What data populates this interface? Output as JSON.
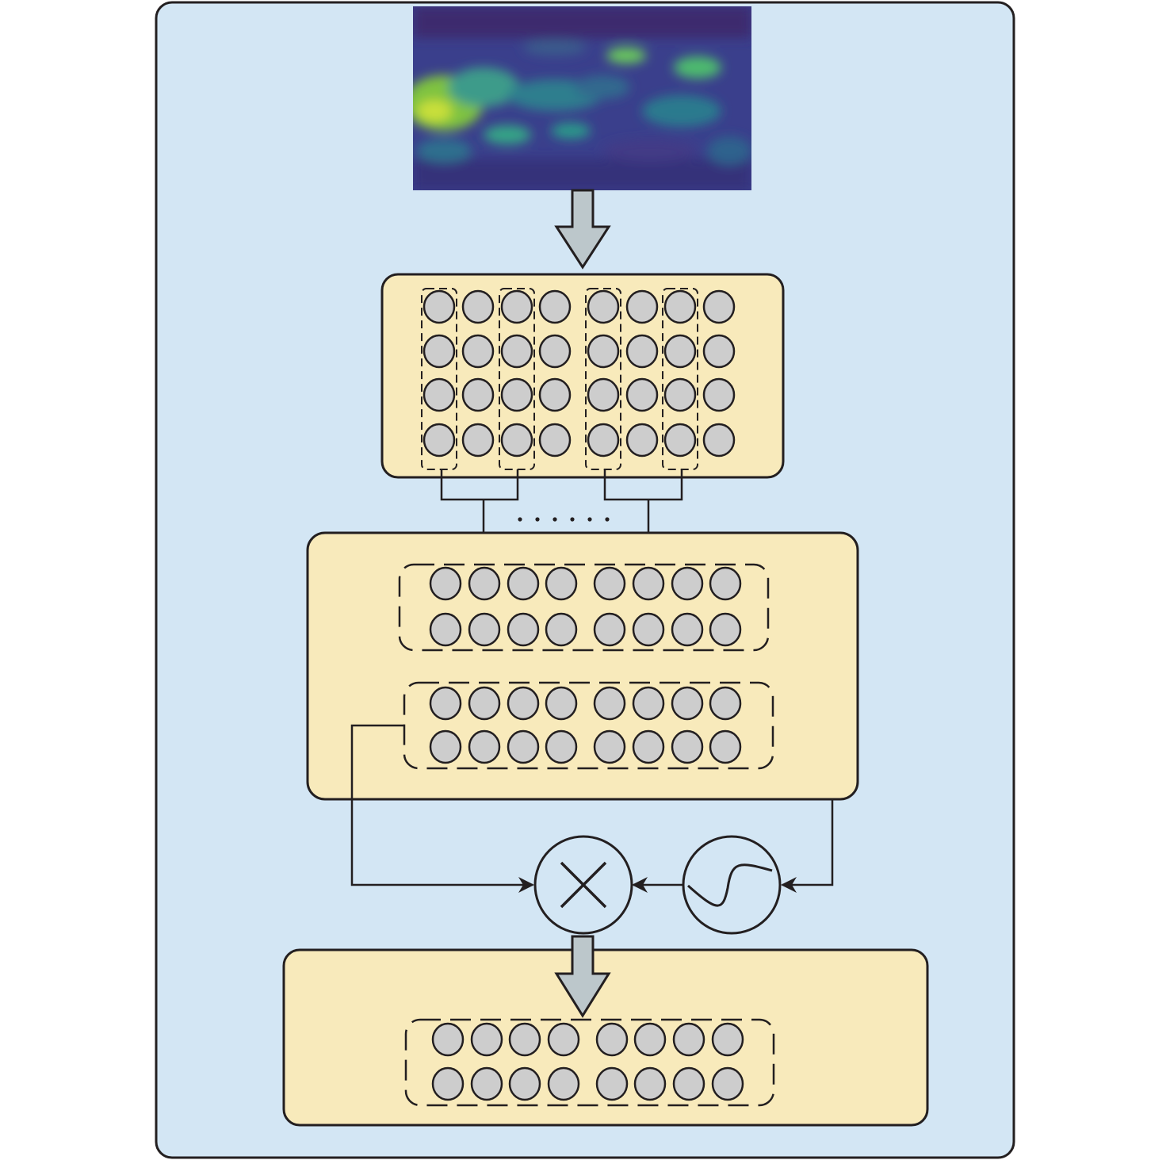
{
  "colors": {
    "background_panel": "#d3e6f4",
    "block_fill": "#f8eabb",
    "node_fill": "#cdcdcd",
    "stroke": "#231f20",
    "arrow_fill": "#bcc7cb"
  },
  "input_image": {
    "kind": "spectrogram-heatmap",
    "colormap": "viridis"
  },
  "blocks": {
    "input_grid": {
      "rows": 4,
      "cols": 8,
      "grouped_columns": [
        1,
        3,
        5,
        7
      ]
    },
    "middle_top_group": {
      "rows": 2,
      "cols": 8
    },
    "middle_bottom_group": {
      "rows": 2,
      "cols": 8
    },
    "output_group": {
      "rows": 2,
      "cols": 8
    }
  },
  "operators": {
    "multiply": {
      "symbol": "multiply-icon"
    },
    "activation": {
      "symbol": "sigmoid-icon"
    }
  },
  "ellipsis_dots": 6
}
